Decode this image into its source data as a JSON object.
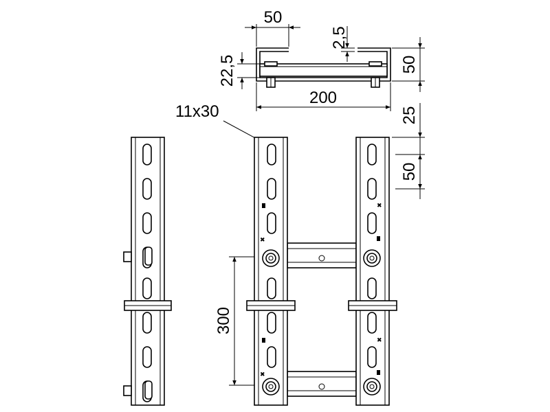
{
  "drawing": {
    "dim_top_width": "50",
    "dim_thickness": "2,5",
    "dim_inner_height": "22,5",
    "dim_side_height": "50",
    "dim_total_width": "200",
    "dim_slot_size": "11x30",
    "dim_top_offset": "25",
    "dim_slot_pitch": "50",
    "dim_rung_spacing": "300"
  }
}
